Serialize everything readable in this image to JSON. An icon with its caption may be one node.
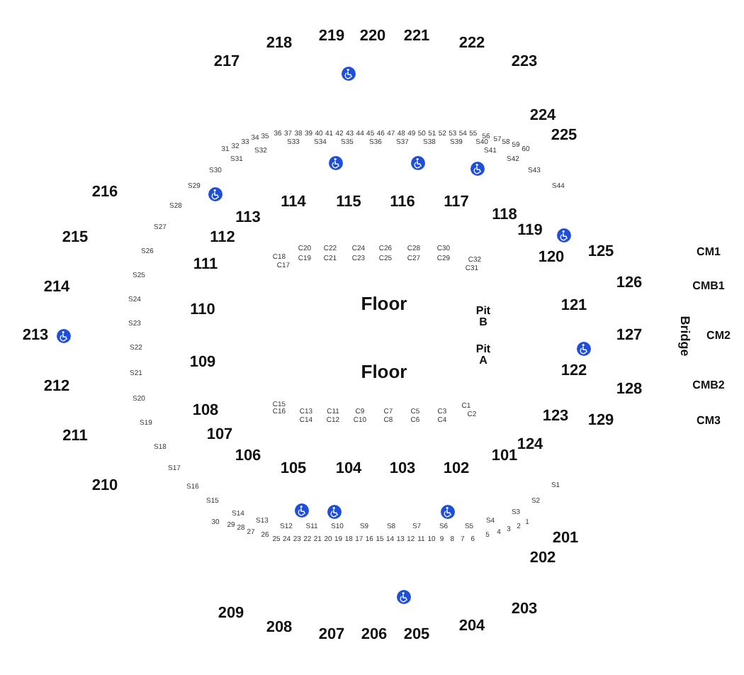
{
  "diagram": {
    "labels": [
      "219",
      "220",
      "221",
      "218",
      "222",
      "217",
      "223",
      "224",
      "31",
      "32",
      "33",
      "34",
      "35",
      "36",
      "37",
      "38",
      "39",
      "40",
      "41",
      "42",
      "43",
      "44",
      "45",
      "46",
      "47",
      "48",
      "49",
      "50",
      "51",
      "52",
      "53",
      "54",
      "55",
      "56",
      "57",
      "58",
      "59",
      "60",
      "225",
      "S33",
      "S34",
      "S35",
      "S36",
      "S37",
      "S38",
      "S39",
      "S40",
      "S32",
      "S41",
      "S31",
      "S42",
      "S30",
      "S43",
      "S29",
      "S44",
      "216",
      "114",
      "115",
      "116",
      "117",
      "S28",
      "113",
      "118",
      "S27",
      "119",
      "215",
      "112",
      "CM1",
      "125",
      "S26",
      "C20",
      "C22",
      "C24",
      "C26",
      "C28",
      "C30",
      "C18",
      "C19",
      "C21",
      "C23",
      "C25",
      "C27",
      "C29",
      "C32",
      "120",
      "111",
      "C17",
      "C31",
      "S25",
      "214",
      "126",
      "CMB1",
      "S24",
      "110",
      "Floor",
      "121",
      "Pit B",
      "S23",
      "213",
      "127",
      "CM2",
      "Bridge",
      "S22",
      "Pit A",
      "109",
      "Floor",
      "122",
      "S21",
      "212",
      "CMB2",
      "128",
      "S20",
      "C15",
      "C1",
      "108",
      "C16",
      "C13",
      "C11",
      "C9",
      "C7",
      "C5",
      "C3",
      "C2",
      "123",
      "CM3",
      "129",
      "C14",
      "C12",
      "C10",
      "C8",
      "C6",
      "C4",
      "S19",
      "211",
      "107",
      "124",
      "S18",
      "106",
      "101",
      "105",
      "104",
      "103",
      "102",
      "S17",
      "210",
      "S16",
      "S1",
      "S15",
      "S2",
      "S14",
      "S3",
      "30",
      "29",
      "28",
      "S13",
      "S12",
      "S11",
      "S10",
      "S9",
      "S8",
      "S7",
      "S6",
      "S5",
      "S4",
      "3",
      "2",
      "1",
      "27",
      "26",
      "25",
      "24",
      "23",
      "22",
      "21",
      "20",
      "19",
      "18",
      "17",
      "16",
      "15",
      "14",
      "13",
      "12",
      "11",
      "10",
      "9",
      "8",
      "7",
      "6",
      "5",
      "4",
      "201",
      "202",
      "209",
      "203",
      "208",
      "207",
      "206",
      "205",
      "204"
    ]
  }
}
